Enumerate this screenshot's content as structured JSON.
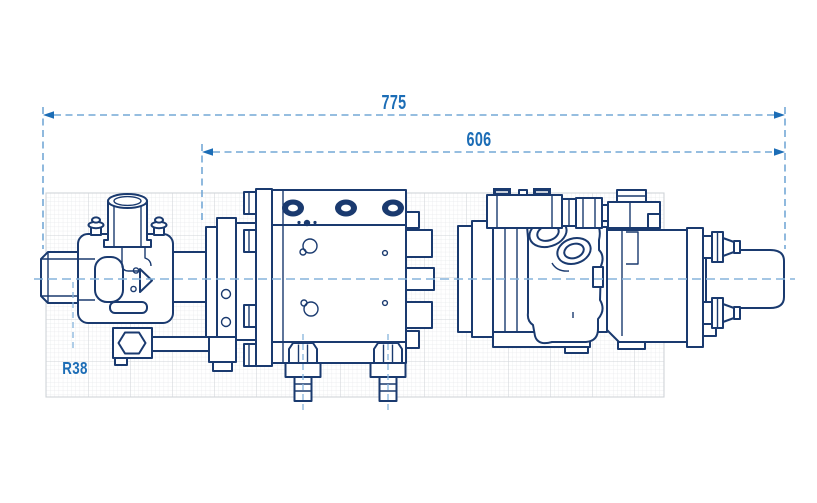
{
  "dimensions": {
    "overall_length": "775",
    "module_length": "606",
    "radius": "R38"
  },
  "colors": {
    "background": "#ffffff",
    "outline": "#1a3a6f",
    "dim_text": "#1c6db6",
    "dim_line": "#74a8d6",
    "centerline": "#86b3dc",
    "grid_minor": "#e7e9eb",
    "grid_major": "#d0d4d9"
  }
}
